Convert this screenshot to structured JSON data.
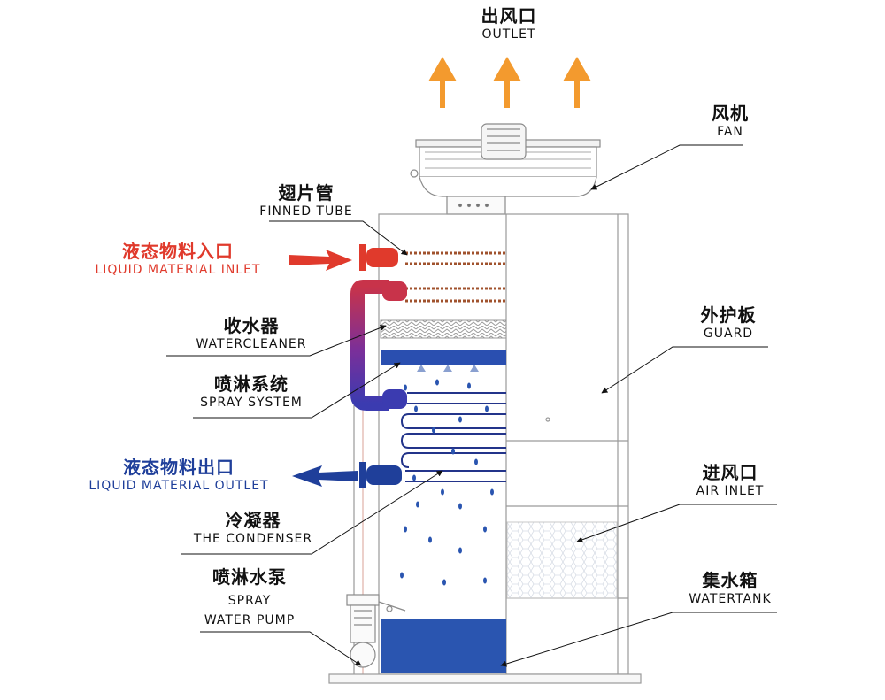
{
  "labels": {
    "outlet": {
      "cn": "出风口",
      "en": "OUTLET"
    },
    "fan": {
      "cn": "风机",
      "en": "FAN"
    },
    "finned_tube": {
      "cn": "翅片管",
      "en": "FINNED TUBE"
    },
    "liquid_inlet": {
      "cn": "液态物料入口",
      "en": "LIQUID MATERIAL INLET"
    },
    "watercleaner": {
      "cn": "收水器",
      "en": "WATERCLEANER"
    },
    "spray_system": {
      "cn": "喷淋系统",
      "en": "SPRAY SYSTEM"
    },
    "guard": {
      "cn": "外护板",
      "en": "GUARD"
    },
    "liquid_outlet": {
      "cn": "液态物料出口",
      "en": "LIQUID MATERIAL OUTLET"
    },
    "air_inlet": {
      "cn": "进风口",
      "en": "AIR INLET"
    },
    "condenser": {
      "cn": "冷凝器",
      "en": "THE CONDENSER"
    },
    "pump": {
      "cn": "喷淋水泵",
      "en_line1": "SPRAY",
      "en_line2": "WATER PUMP"
    },
    "watertank": {
      "cn": "集水箱",
      "en": "WATERTANK"
    }
  },
  "colors": {
    "inlet_red": "#e03a2c",
    "outlet_blue": "#1f3f9a",
    "arrow_orange": "#f39a2e",
    "tank_blue": "#2a55b0",
    "tube_brown": "#a0522d",
    "outline": "#8a8a8a"
  }
}
